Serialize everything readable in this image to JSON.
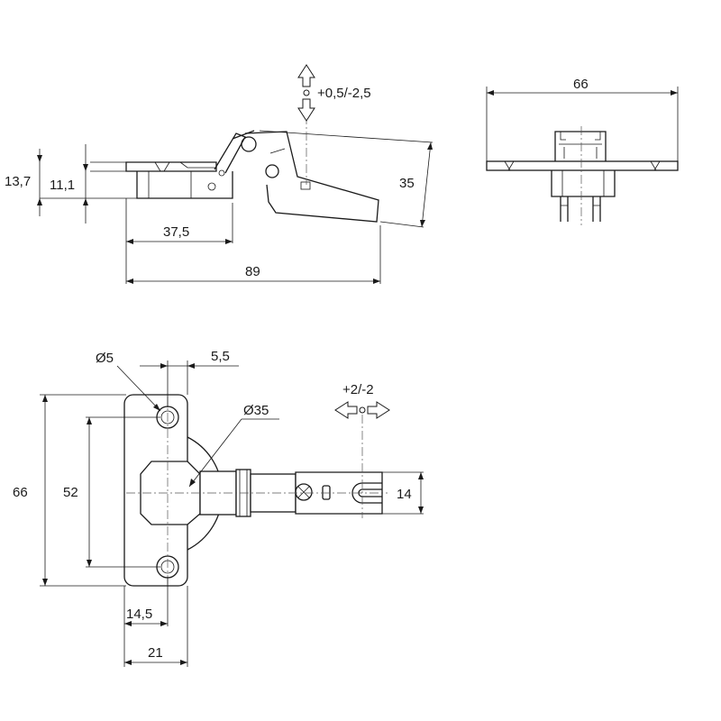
{
  "dimensions": {
    "side_total_height": "13,7",
    "side_cup_height": "11,1",
    "side_cup_offset": "37,5",
    "side_overall_length": "89",
    "side_arm_height": "35",
    "depth_adjust": "+0,5/-2,5",
    "plate_width": "66",
    "screw_hole": "Ø5",
    "edge_offset": "5,5",
    "cup_diameter": "Ø35",
    "side_adjust": "+2/-2",
    "base_height": "66",
    "hole_spacing": "52",
    "arm_width": "14",
    "hole_edge": "14,5",
    "base_width": "21"
  }
}
